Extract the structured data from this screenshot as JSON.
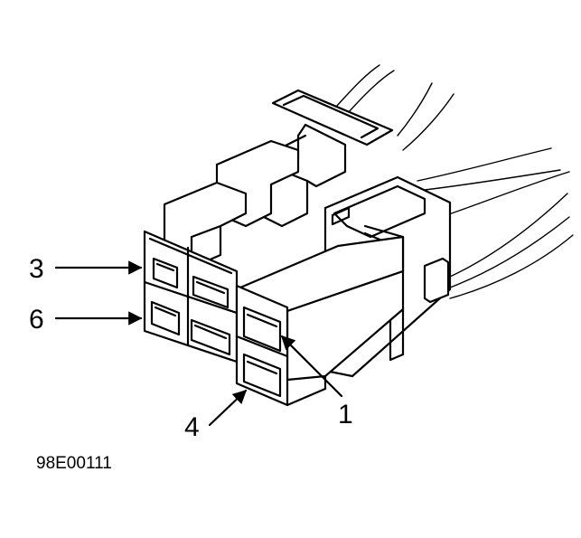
{
  "diagram": {
    "callouts": {
      "pin3": "3",
      "pin6": "6",
      "pin4": "4",
      "pin1": "1"
    },
    "figure_id": "98E00111"
  },
  "colors": {
    "line": "#000000",
    "background": "#ffffff"
  }
}
